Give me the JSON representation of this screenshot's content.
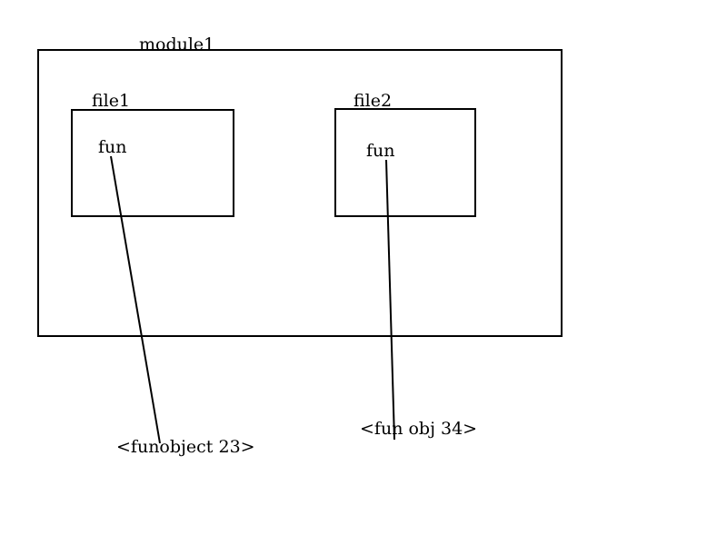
{
  "diagram": {
    "module": {
      "label": "module1"
    },
    "files": [
      {
        "label": "file1",
        "function_label": "fun",
        "object_label": "<funobject 23>"
      },
      {
        "label": "file2",
        "function_label": "fun",
        "object_label": "<fun obj 34>"
      }
    ]
  }
}
